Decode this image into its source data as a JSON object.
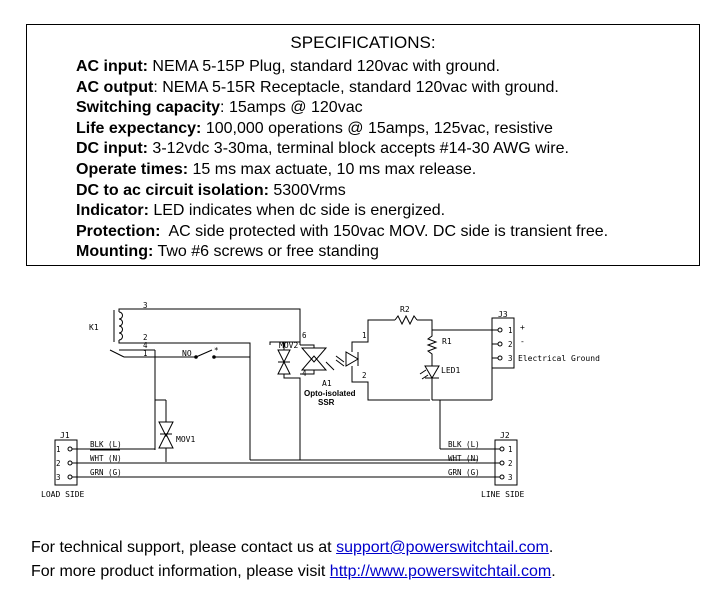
{
  "specs": {
    "title": "SPECIFICATIONS:",
    "items": [
      {
        "label": "AC input:",
        "text": " NEMA 5-15P Plug, standard 120vac with ground."
      },
      {
        "label": "AC output",
        "text": ": NEMA 5-15R Receptacle, standard 120vac with ground."
      },
      {
        "label": "Switching capacity",
        "text": ": 15amps @ 120vac"
      },
      {
        "label": "Life expectancy:",
        "text": " 100,000 operations @ 15amps, 125vac, resistive"
      },
      {
        "label": "DC input:",
        "text": " 3-12vdc 3-30ma, terminal block accepts #14-30 AWG wire."
      },
      {
        "label": "Operate times:",
        "text": " 15 ms max actuate, 10 ms max release."
      },
      {
        "label": "DC to ac circuit isolation:",
        "text": " 5300Vrms"
      },
      {
        "label": "Indicator:",
        "text": " LED indicates when dc side is energized."
      },
      {
        "label": "Protection:",
        "text": "  AC side protected with 150vac MOV. DC side is transient free."
      },
      {
        "label": "Mounting:",
        "text": " Two #6 screws or free standing"
      }
    ]
  },
  "schematic": {
    "k1": "K1",
    "pin3": "3",
    "pin2": "2",
    "pin4": "4",
    "pin1": "1",
    "no": "NO",
    "mov2": "MOV2",
    "mov2_pin6": "6",
    "mov2_pin4": "4",
    "a1": "A1",
    "a1_desc_1": "Opto-isolated",
    "a1_desc_2": "SSR",
    "a1_pin1": "1",
    "a1_pin2": "2",
    "r2": "R2",
    "r1": "R1",
    "led1": "LED1",
    "j3": "J3",
    "j3_pin1": "1",
    "j3_pin2": "2",
    "j3_pin3": "3",
    "j3_plus": "+",
    "j3_minus": "-",
    "j3_ground": "Electrical Ground",
    "mov1": "MOV1",
    "j1": "J1",
    "j1_pin1": "1",
    "j1_pin2": "2",
    "j1_pin3": "3",
    "load_blk": "BLK (L)",
    "load_wht": "WHT (N)",
    "load_grn": "GRN (G)",
    "load_side": "LOAD SIDE",
    "j2": "J2",
    "j2_pin1": "1",
    "j2_pin2": "2",
    "j2_pin3": "3",
    "line_blk": "BLK (L)",
    "line_wht": "WHT (N)",
    "line_grn": "GRN (G)",
    "line_side": "LINE SIDE"
  },
  "footer": {
    "support_prefix": "For technical support, please contact us at ",
    "support_email": "support@powerswitchtail.com",
    "support_suffix": ".",
    "info_prefix": "For more product information, please visit ",
    "info_url": "http://www.powerswitchtail.com",
    "info_suffix": "."
  }
}
